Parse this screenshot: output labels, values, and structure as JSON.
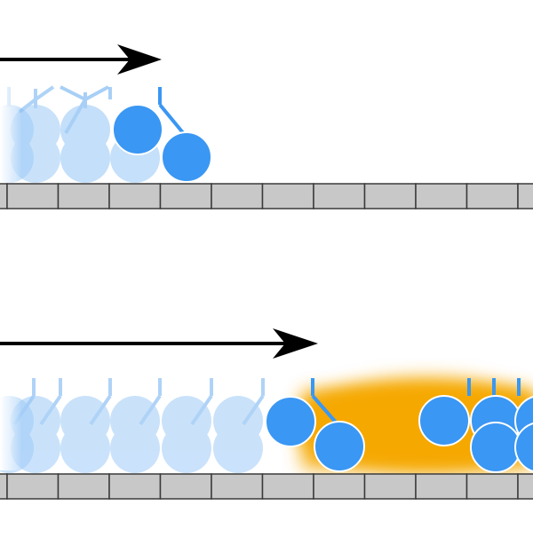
{
  "colors": {
    "background": "#ffffff",
    "arrow": "#000000",
    "motor_active": "#3a97f3",
    "motor_faded": "#9ecbf7",
    "motor_faded_light": "#c7e1fb",
    "track_fill": "#c8c8c8",
    "track_stroke": "#3a3a3a",
    "glow": "#f5a800"
  },
  "panels": [
    {
      "id": "top",
      "description_icon": "right-arrow-icon",
      "ghost_step_count": 3,
      "has_glow": false,
      "has_downstream_motors": false
    },
    {
      "id": "bottom",
      "description_icon": "right-arrow-icon",
      "ghost_step_count": 6,
      "has_glow": true,
      "has_downstream_motors": true
    }
  ]
}
